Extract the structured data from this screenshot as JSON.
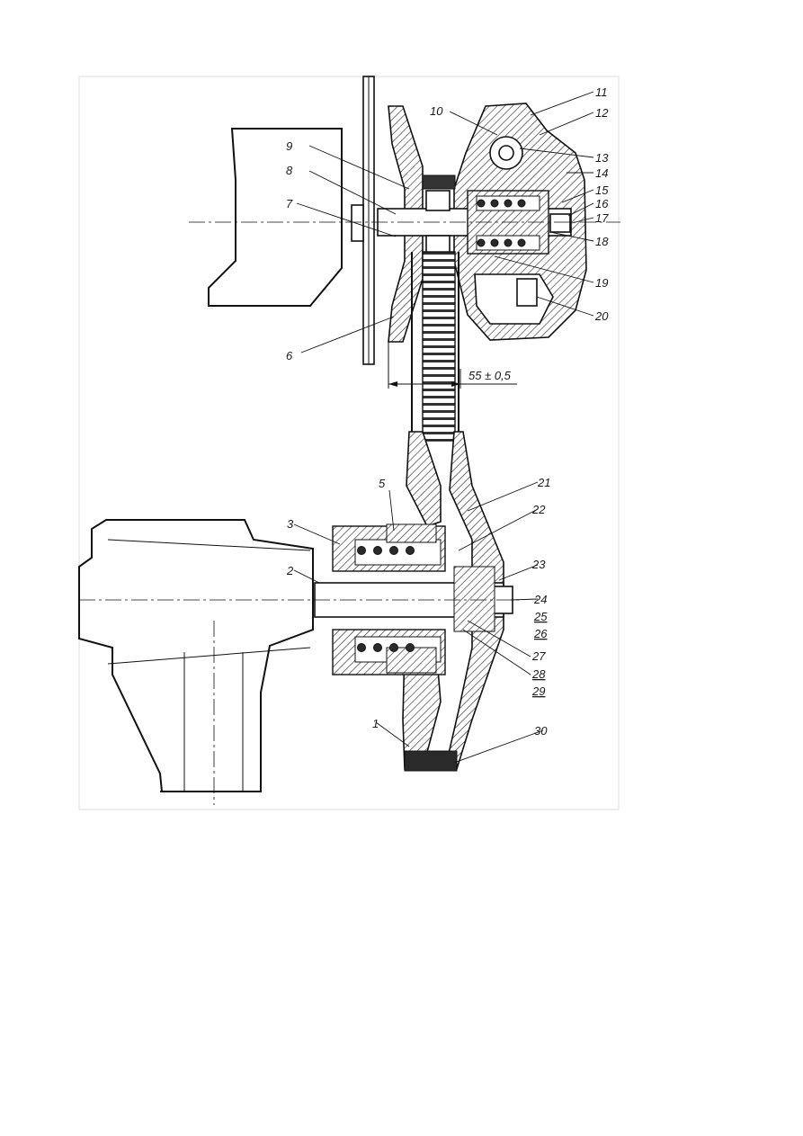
{
  "drawing": {
    "callouts": [
      "1",
      "2",
      "3",
      "5",
      "6",
      "7",
      "8",
      "9",
      "10",
      "11",
      "12",
      "13",
      "14",
      "15",
      "16",
      "17",
      "18",
      "19",
      "20",
      "21",
      "22",
      "23",
      "24",
      "25",
      "26",
      "27",
      "28",
      "29",
      "30"
    ],
    "dimension": "55 ± 0,5"
  }
}
